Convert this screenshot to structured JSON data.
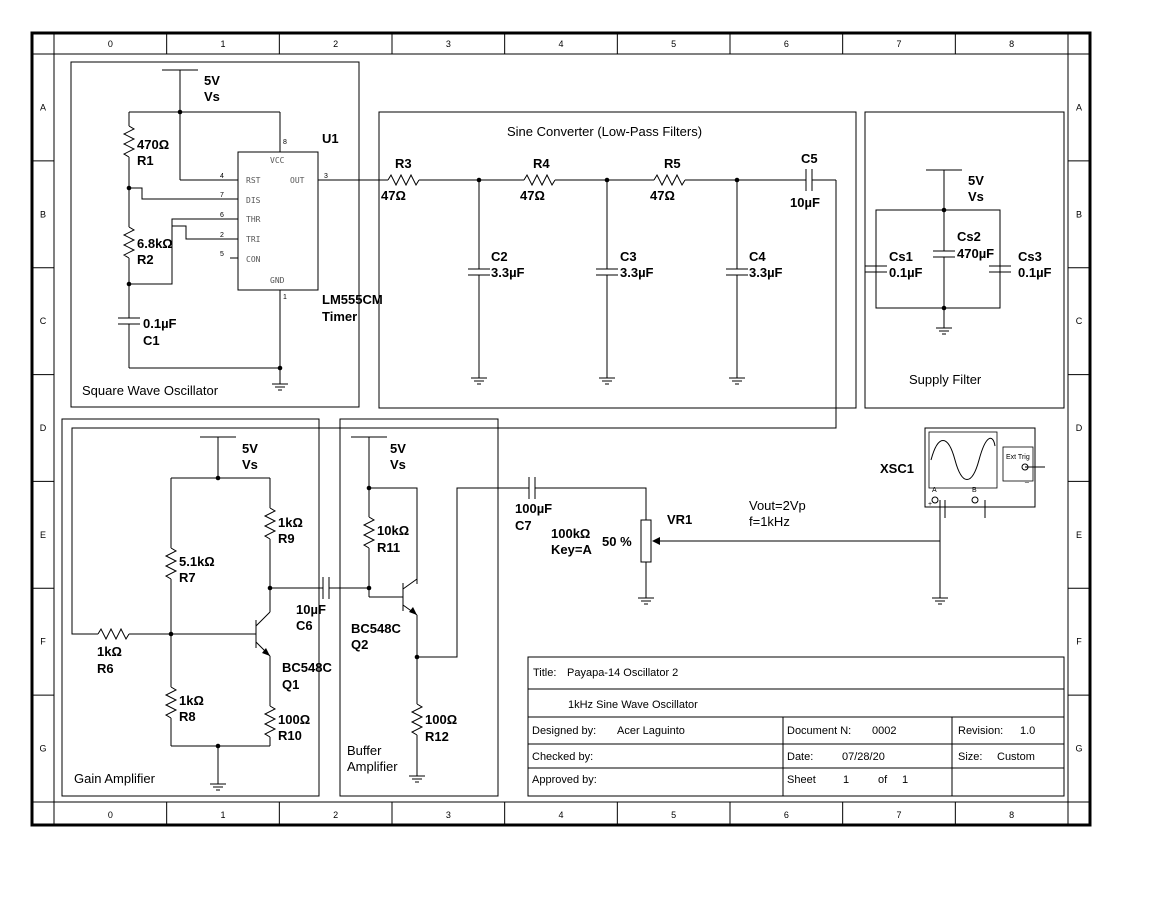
{
  "border": {
    "columns": [
      "0",
      "1",
      "2",
      "3",
      "4",
      "5",
      "6",
      "7",
      "8"
    ],
    "rows": [
      "A",
      "B",
      "C",
      "D",
      "E",
      "F",
      "G"
    ]
  },
  "blocks": {
    "square_wave": "Square Wave Oscillator",
    "sine_converter": "Sine Converter (Low-Pass Filters)",
    "supply_filter": "Supply Filter",
    "gain_amp": "Gain Amplifier",
    "buffer_amp_1": "Buffer",
    "buffer_amp_2": "Amplifier"
  },
  "supply": {
    "voltage": "5V",
    "name": "Vs"
  },
  "u1": {
    "ref": "U1",
    "part": "LM555CM",
    "desc": "Timer",
    "pins": {
      "vcc": "VCC",
      "rst": "RST",
      "dis": "DIS",
      "thr": "THR",
      "tri": "TRI",
      "con": "CON",
      "out": "OUT",
      "gnd": "GND",
      "n_vcc": "8",
      "n_rst": "4",
      "n_dis": "7",
      "n_thr": "6",
      "n_tri": "2",
      "n_con": "5",
      "n_out": "3",
      "n_gnd": "1"
    }
  },
  "components": {
    "r1": {
      "value": "470Ω",
      "ref": "R1"
    },
    "r2": {
      "value": "6.8kΩ",
      "ref": "R2"
    },
    "c1": {
      "value": "0.1µF",
      "ref": "C1"
    },
    "r3": {
      "value": "47Ω",
      "ref": "R3"
    },
    "r4": {
      "value": "47Ω",
      "ref": "R4"
    },
    "r5": {
      "value": "47Ω",
      "ref": "R5"
    },
    "c2": {
      "value": "3.3µF",
      "ref": "C2"
    },
    "c3": {
      "value": "3.3µF",
      "ref": "C3"
    },
    "c4": {
      "value": "3.3µF",
      "ref": "C4"
    },
    "c5": {
      "value": "10µF",
      "ref": "C5"
    },
    "cs1": {
      "value": "0.1µF",
      "ref": "Cs1"
    },
    "cs2": {
      "value": "470µF",
      "ref": "Cs2"
    },
    "cs3": {
      "value": "0.1µF",
      "ref": "Cs3"
    },
    "r7": {
      "value": "5.1kΩ",
      "ref": "R7"
    },
    "r8": {
      "value": "1kΩ",
      "ref": "R8"
    },
    "r9": {
      "value": "1kΩ",
      "ref": "R9"
    },
    "r10": {
      "value": "100Ω",
      "ref": "R10"
    },
    "r6": {
      "value": "1kΩ",
      "ref": "R6"
    },
    "q1": {
      "part": "BC548C",
      "ref": "Q1"
    },
    "c6": {
      "value": "10µF",
      "ref": "C6"
    },
    "r11": {
      "value": "10kΩ",
      "ref": "R11"
    },
    "q2": {
      "part": "BC548C",
      "ref": "Q2"
    },
    "r12": {
      "value": "100Ω",
      "ref": "R12"
    },
    "c7": {
      "value": "100µF",
      "ref": "C7"
    },
    "vr1": {
      "value": "100kΩ",
      "key": "Key=A",
      "percent": "50 %",
      "ref": "VR1"
    }
  },
  "scope": {
    "ref": "XSC1",
    "ext_trig": "Ext Trig",
    "ch_a": "A",
    "ch_b": "B",
    "plus": "+",
    "minus": "_"
  },
  "annotation": {
    "vout": "Vout=2Vp",
    "freq": "f=1kHz"
  },
  "title_block": {
    "title_label": "Title:",
    "title_value": "Payapa-14 Oscillator 2",
    "subtitle": "1kHz Sine Wave Oscillator",
    "designed_label": "Designed by:",
    "designed_value": "Acer Laguinto",
    "docn_label": "Document N:",
    "docn_value": "0002",
    "rev_label": "Revision:",
    "rev_value": "1.0",
    "checked_label": "Checked by:",
    "date_label": "Date:",
    "date_value": "07/28/20",
    "size_label": "Size:",
    "size_value": "Custom",
    "approved_label": "Approved by:",
    "sheet_label": "Sheet",
    "sheet_value": "1",
    "of_label": "of",
    "of_value": "1"
  }
}
